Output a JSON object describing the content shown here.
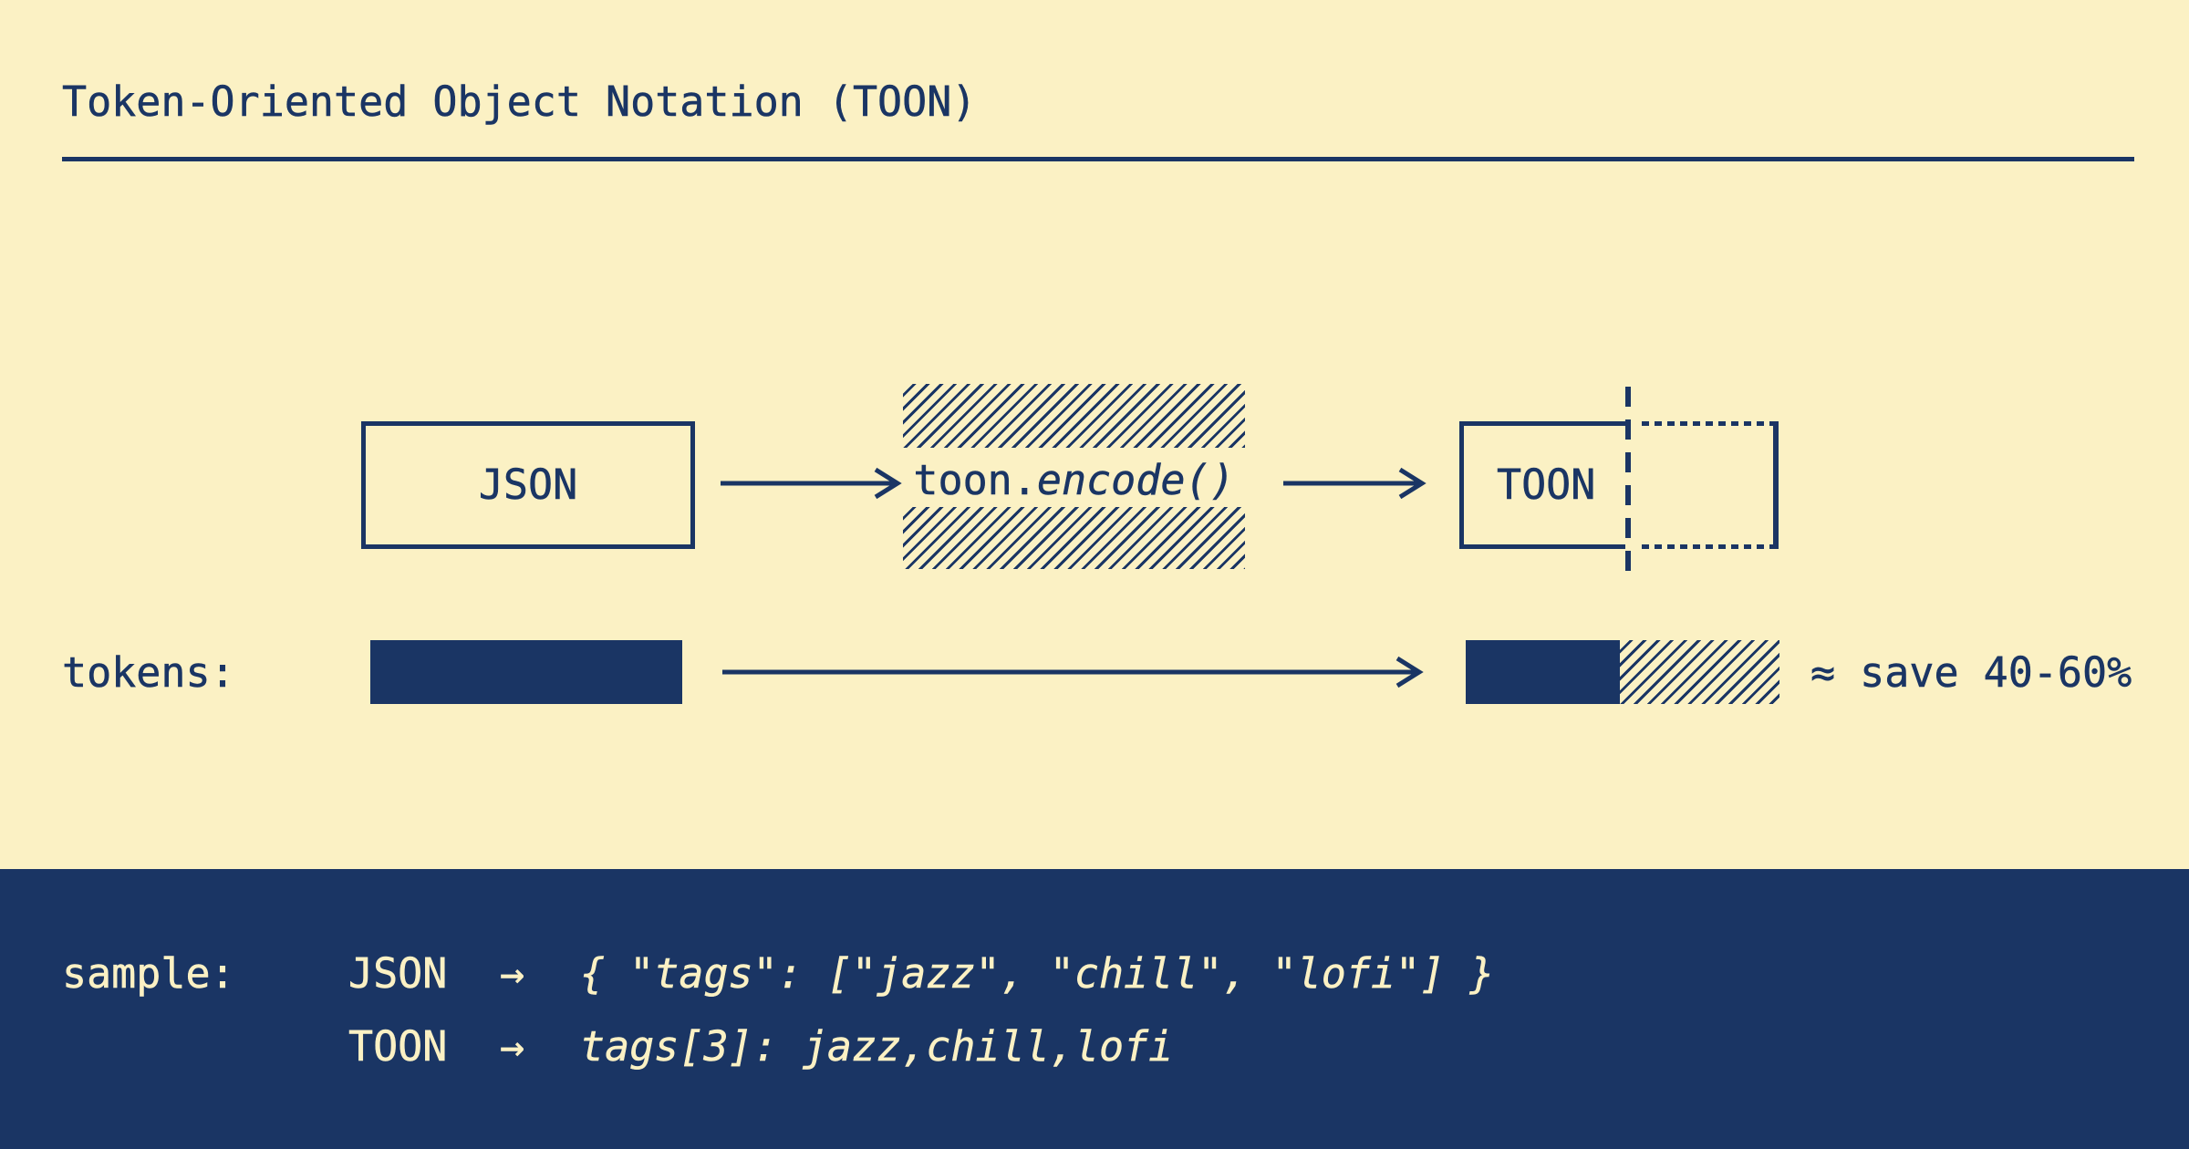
{
  "title": "Token-Oriented Object Notation (TOON)",
  "palette": {
    "background_cream": "#FBF1C4",
    "ink_navy": "#1A3564"
  },
  "flow": {
    "input_label": "JSON",
    "encoder_name": "toon.",
    "encoder_method": "encode()",
    "output_label": "TOON"
  },
  "tokens_row": {
    "label": "tokens:",
    "savings_note": "≈ save 40-60%",
    "bars": {
      "json_relative": 1.0,
      "toon_relative": 0.49,
      "saved_relative": 0.51
    }
  },
  "sample": {
    "label": "sample:",
    "rows": [
      {
        "format": "JSON",
        "arrow": "→",
        "code": "{ \"tags\": [\"jazz\", \"chill\", \"lofi\"] }"
      },
      {
        "format": "TOON",
        "arrow": "→",
        "code": "tags[3]: jazz,chill,lofi"
      }
    ]
  }
}
